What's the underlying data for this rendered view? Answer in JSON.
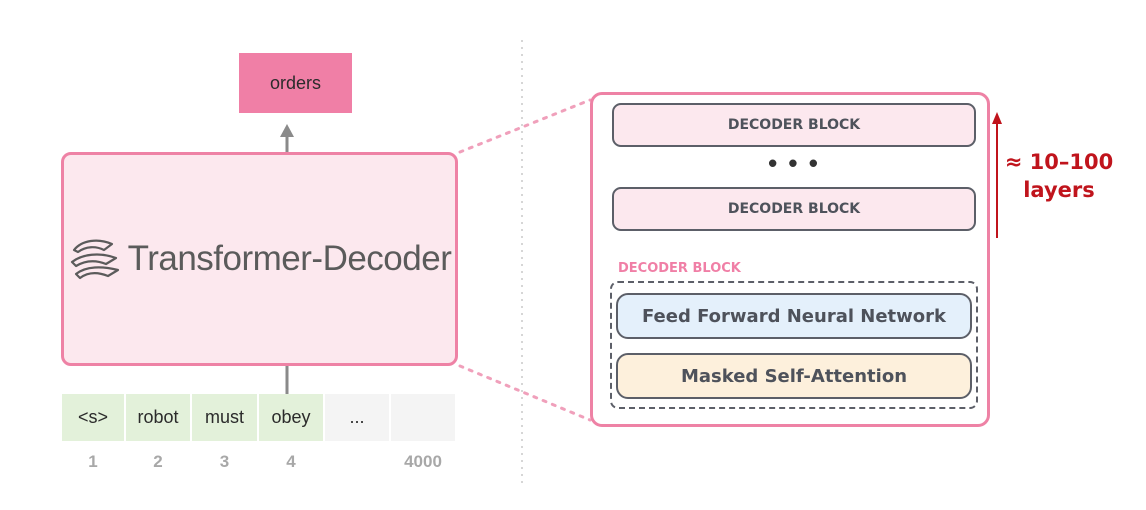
{
  "output": {
    "label": "orders"
  },
  "decoder": {
    "title": "Transformer-Decoder",
    "logo_icon": "transformer-logo-icon"
  },
  "tokens": [
    {
      "text": "<s>",
      "position": "1"
    },
    {
      "text": "robot",
      "position": "2"
    },
    {
      "text": "must",
      "position": "3"
    },
    {
      "text": "obey",
      "position": "4"
    },
    {
      "text": "...",
      "position": ""
    },
    {
      "text": "",
      "position": "4000"
    }
  ],
  "stack": {
    "top_block": "DECODER BLOCK",
    "ellipsis": "• • •",
    "bottom_block": "DECODER BLOCK",
    "section_label": "DECODER BLOCK",
    "ffnn": "Feed Forward Neural Network",
    "attention": "Masked Self-Attention"
  },
  "layers": {
    "line1": "≈ 10–100",
    "line2": "layers"
  },
  "colors": {
    "pink_accent": "#ee82a5",
    "output_fill": "#f07fa6",
    "decoder_fill": "#fce8ee",
    "token_fill": "#e3f1da",
    "ffnn_fill": "#e4f0fb",
    "attention_fill": "#fdf0dc",
    "layers_red": "#c0141c"
  }
}
